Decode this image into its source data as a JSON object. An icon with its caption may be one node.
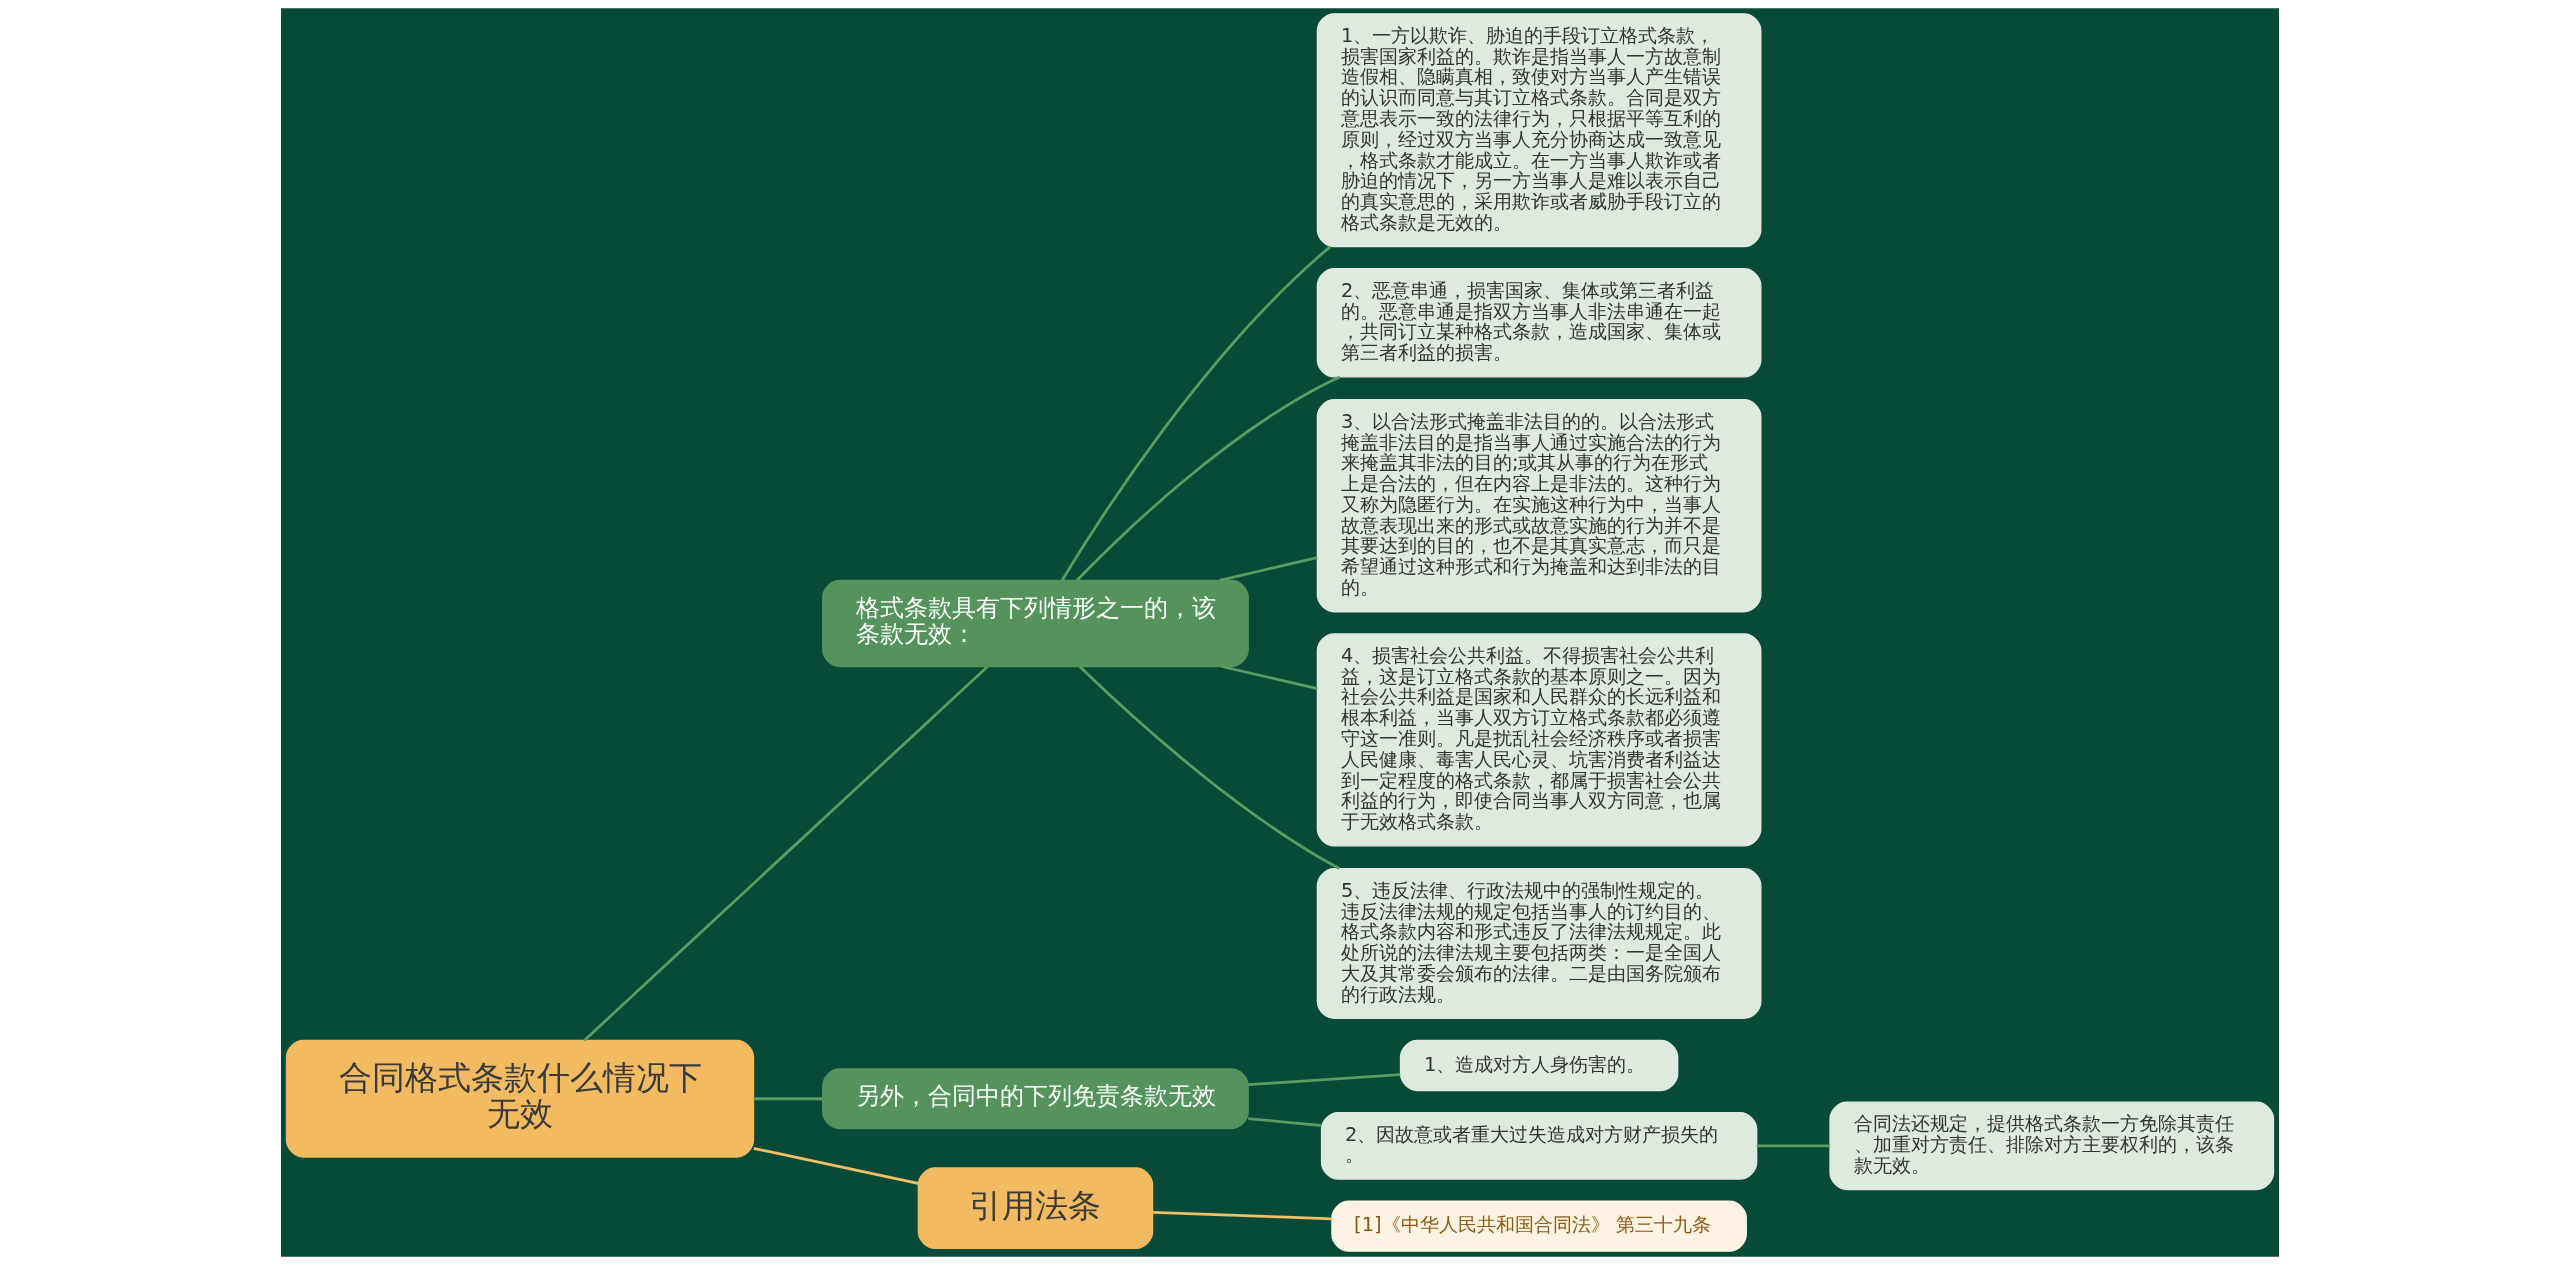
{
  "diagram": {
    "nodes": [
      {
        "text": [
          "合同格式条款什么情况下无效"
        ]
      },
      {
        "text": [
          "格式条款具有下列情形之一的，该条款无效："
        ]
      },
      {
        "text": [
          "1、一方以欺诈、胁迫的手段订立格式条款，损害国家利益的。欺诈是指当事人一方故意制造假相、隐瞒真相，致使对方当事人产生错误的认识而同意与其订立格式条款。合同是双方意思表示一致的法律行为，只根据平等互利的原则，经过双方当事人充分协商达成一致意见，格式条款才能成立。在一方当事人欺诈或者胁迫的情况下，另一方当事人是难以表示自己的真实意思的，采用欺诈或者威胁手段订立的格式条款是无效的。"
        ]
      },
      {
        "text": [
          "2、恶意串通，损害国家、集体或第三者利益的。恶意串通是指双方当事人非法串通在一起，共同订立某种格式条款，造成国家、集体或第三者利益的损害。"
        ]
      },
      {
        "text": [
          "3、以合法形式掩盖非法目的的。以合法形式掩盖非法目的是指当事人通过实施合法的行为来掩盖其非法的目的;或其从事的行为在形式上是合法的，但在内容上是非法的。这种行为又称为隐匿行为。在实施这种行为中，当事人故意表现出来的形式或故意实施的行为并不是其要达到的目的，也不是其真实意志，而只是希望通过这种形式和行为掩盖和达到非法的目的。"
        ]
      },
      {
        "text": [
          "4、损害社会公共利益。不得损害社会公共利益，这是订立格式条款的基本原则之一。因为社会公共利益是国家和人民群众的长远利益和根本利益，当事人双方订立格式条款都必须遵守这一准则。凡是扰乱社会经济秩序或者损害人民健康、毒害人民心灵、坑害消费者利益达到一定程度的格式条款，都属于损害社会公共利益的行为，即使合同当事人双方同意，也属于无效格式条款。"
        ]
      },
      {
        "text": [
          "5、违反法律、行政法规中的强制性规定的。违反法律法规的规定包括当事人的订约目的、格式条款内容和形式违反了法律法规规定。此处所说的法律法规主要包括两类：一是全国人大及其常委会颁布的法律。二是由国务院颁布的行政法规。"
        ]
      },
      {
        "text": [
          "另外，合同中的下列免责条款无效"
        ]
      },
      {
        "text": [
          "1、造成对方人身伤害的。"
        ]
      },
      {
        "text": [
          "2、因故意或者重大过失造成对方财产损失的。"
        ]
      },
      {
        "text": [
          "合同法还规定，提供格式条款一方免除其责任、加重对方责任、排除对方主要权利的，该条款无效。"
        ]
      },
      {
        "text": [
          "引用法条"
        ]
      },
      {
        "text": [
          "[1]《中华人民共和国合同法》 第三十九条"
        ]
      }
    ],
    "edges": [
      {
        "from": 0,
        "to": 1,
        "arrow": "none"
      },
      {
        "from": 1,
        "to": 2,
        "arrow": "none"
      },
      {
        "from": 1,
        "to": 3,
        "arrow": "none"
      },
      {
        "from": 1,
        "to": 4,
        "arrow": "none"
      },
      {
        "from": 1,
        "to": 5,
        "arrow": "none"
      },
      {
        "from": 1,
        "to": 6,
        "arrow": "none"
      },
      {
        "from": 0,
        "to": 7,
        "arrow": "none"
      },
      {
        "from": 7,
        "to": 8,
        "arrow": "none"
      },
      {
        "from": 7,
        "to": 9,
        "arrow": "none"
      },
      {
        "from": 9,
        "to": 10,
        "arrow": "none"
      },
      {
        "from": 0,
        "to": 11,
        "arrow": "none",
        "color": "#f2c066"
      },
      {
        "from": 11,
        "to": 12,
        "arrow": "none",
        "color": "#f2c066"
      }
    ]
  }
}
